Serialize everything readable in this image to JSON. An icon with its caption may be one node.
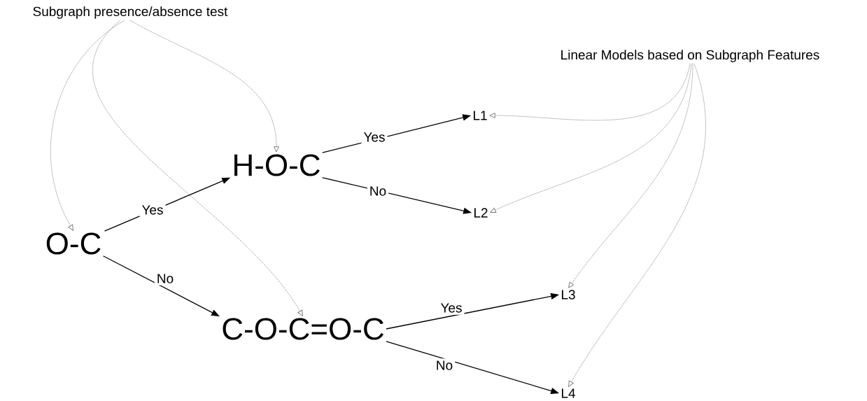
{
  "diagram": {
    "nodes": [
      {
        "text": [
          "Subgraph presence/absence test"
        ]
      },
      {
        "text": [
          "Linear Models based on Subgraph Features"
        ]
      },
      {
        "text": [
          "O-C"
        ]
      },
      {
        "text": [
          "H-O-C"
        ]
      },
      {
        "text": [
          "C-O-C=O-C"
        ]
      },
      {
        "text": [
          "L1"
        ]
      },
      {
        "text": [
          "L2"
        ]
      },
      {
        "text": [
          "L3"
        ]
      },
      {
        "text": [
          "L4"
        ]
      }
    ],
    "edges": [
      {
        "from": 2,
        "to": 3,
        "arrow": "to",
        "label": "Yes",
        "color": "#000000"
      },
      {
        "from": 2,
        "to": 4,
        "arrow": "to",
        "label": "No",
        "color": "#000000"
      },
      {
        "from": 3,
        "to": 5,
        "arrow": "to",
        "label": "Yes",
        "color": "#000000"
      },
      {
        "from": 3,
        "to": 6,
        "arrow": "to",
        "label": "No",
        "color": "#000000"
      },
      {
        "from": 4,
        "to": 7,
        "arrow": "to",
        "label": "Yes",
        "color": "#000000"
      },
      {
        "from": 4,
        "to": 8,
        "arrow": "to",
        "label": "No",
        "color": "#000000"
      },
      {
        "from": 0,
        "to": 2,
        "arrow": "to",
        "style": "dashed"
      },
      {
        "from": 0,
        "to": 3,
        "arrow": "to",
        "style": "dashed"
      },
      {
        "from": 0,
        "to": 4,
        "arrow": "to",
        "style": "dashed"
      },
      {
        "from": 1,
        "to": 5,
        "arrow": "to",
        "style": "dashed"
      },
      {
        "from": 1,
        "to": 6,
        "arrow": "to",
        "style": "dashed"
      },
      {
        "from": 1,
        "to": 7,
        "arrow": "to",
        "style": "dashed"
      },
      {
        "from": 1,
        "to": 8,
        "arrow": "to",
        "style": "dashed"
      }
    ]
  }
}
